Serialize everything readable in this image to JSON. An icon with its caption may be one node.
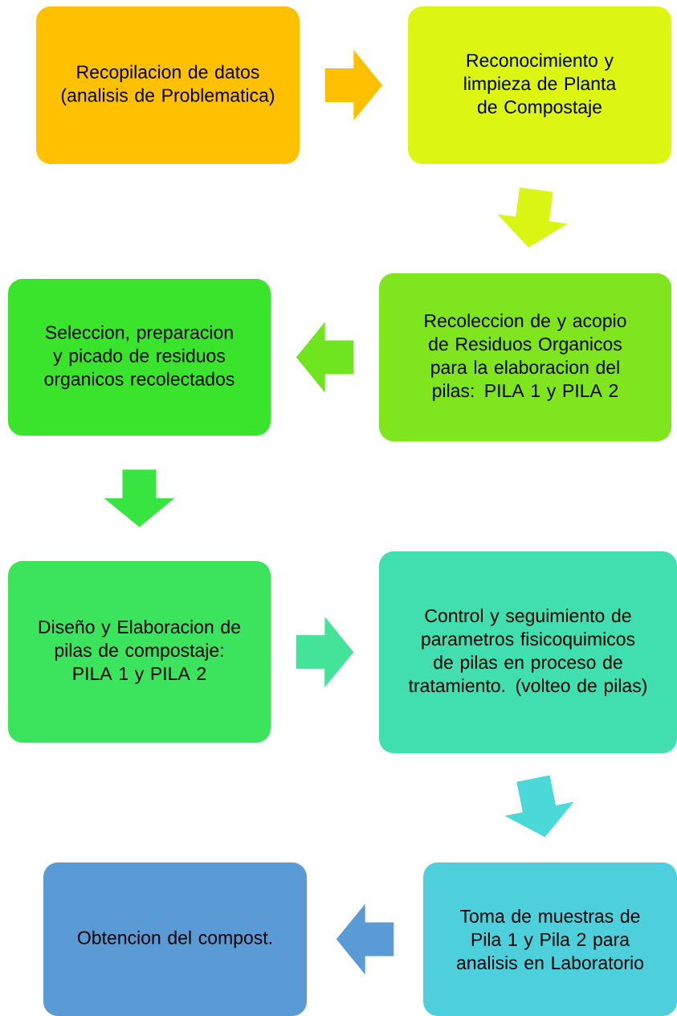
{
  "diagram": {
    "nodes": [
      {
        "text": [
          "Recopilacion de datos (analisis de Problematica)"
        ]
      },
      {
        "text": [
          "Reconocimiento y limpieza de Planta de Compostaje"
        ]
      },
      {
        "text": [
          "Recoleccion de  y acopio de Residuos Organicos para la elaboracion del pilas: PILA 1 y PILA 2"
        ]
      },
      {
        "text": [
          "Seleccion, preparacion y picado de residuos organicos recolectados"
        ]
      },
      {
        "text": [
          "Diseño y Elaboracion de pilas de compostaje: PILA 1  y PILA 2"
        ]
      },
      {
        "text": [
          "Control y seguimiento de parametros fisicoquimicos de pilas en proceso de tratamiento. (volteo de pilas)"
        ]
      },
      {
        "text": [
          "Toma de muestras de Pila 1 y Pila 2 para analisis en Laboratorio"
        ]
      },
      {
        "text": [
          "Obtencion del compost."
        ]
      }
    ],
    "edges": [
      {
        "from": 0,
        "to": 1,
        "arrow": "to",
        "color": "#ffc000"
      },
      {
        "from": 1,
        "to": 2,
        "arrow": "to",
        "color": "#d8f514"
      },
      {
        "from": 2,
        "to": 3,
        "arrow": "to",
        "color": "#6fe520"
      },
      {
        "from": 3,
        "to": 4,
        "arrow": "to",
        "color": "#38e540"
      },
      {
        "from": 4,
        "to": 5,
        "arrow": "to",
        "color": "#43e39a"
      },
      {
        "from": 5,
        "to": 6,
        "arrow": "to",
        "color": "#4bd8d8"
      },
      {
        "from": 6,
        "to": 7,
        "arrow": "to",
        "color": "#5b9bd5"
      }
    ]
  }
}
